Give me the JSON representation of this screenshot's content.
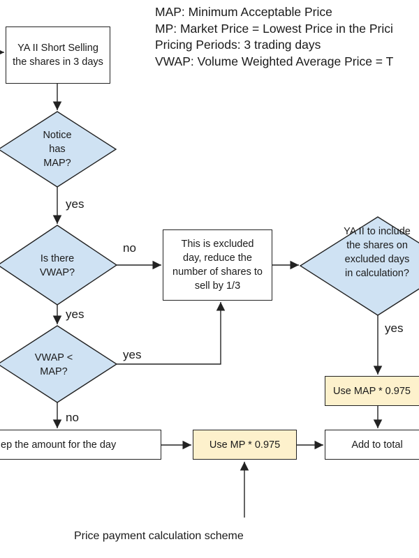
{
  "legend": {
    "map_def": "MAP: Minimum Acceptable Price",
    "mp_def": "MP: Market Price = Lowest Price in the Prici",
    "pricing_periods": "Pricing Periods: 3 trading days",
    "vwap_def": "VWAP: Volume Weighted Average Price = T"
  },
  "nodes": {
    "start": "YA II Short Selling the shares in 3 days",
    "notice_map": "Notice has MAP?",
    "is_vwap": "Is there VWAP?",
    "excluded_day": "This is excluded day, reduce the number of shares to sell by 1/3",
    "ya_include": "YA II to include the shares on excluded days in calculation?",
    "vwap_less_map": "VWAP < MAP?",
    "use_map": "Use MAP * 0.975",
    "keep_amount": "ep the amount for the day",
    "use_mp": "Use MP * 0.975",
    "add_total": "Add to total"
  },
  "edge_labels": {
    "notice_yes": "yes",
    "vwap_no": "no",
    "vwap_yes": "yes",
    "less_yes": "yes",
    "less_no": "no",
    "include_yes": "yes"
  },
  "caption": "Price payment calculation scheme",
  "colors": {
    "diamond_fill": "#cfe2f3",
    "highlight_fill": "#fdf1cc",
    "stroke": "#222222"
  }
}
